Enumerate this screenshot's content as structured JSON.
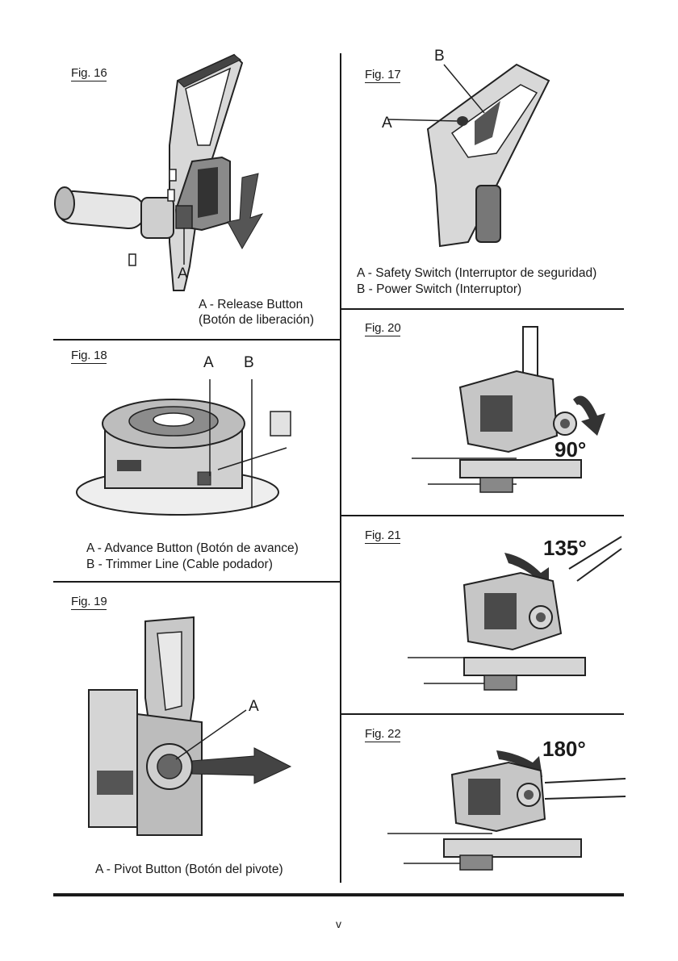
{
  "figures": {
    "fig16": {
      "label": "Fig. 16",
      "callouts": {
        "a": "A"
      },
      "caption_lines": [
        "A - Release Button",
        "(Botón de liberación)"
      ]
    },
    "fig17": {
      "label": "Fig. 17",
      "callouts": {
        "a": "A",
        "b": "B"
      },
      "caption_lines": [
        "A - Safety Switch (Interruptor de seguridad)",
        "B - Power Switch (Interruptor)"
      ]
    },
    "fig18": {
      "label": "Fig. 18",
      "callouts": {
        "a": "A",
        "b": "B"
      },
      "caption_lines": [
        "A - Advance Button (Botón de avance)",
        "B - Trimmer Line (Cable podador)"
      ]
    },
    "fig19": {
      "label": "Fig. 19",
      "callouts": {
        "a": "A"
      },
      "caption_lines": [
        "A - Pivot Button (Botón del pivote)"
      ]
    },
    "fig20": {
      "label": "Fig. 20",
      "angle": "90°"
    },
    "fig21": {
      "label": "Fig. 21",
      "angle": "135°"
    },
    "fig22": {
      "label": "Fig. 22",
      "angle": "180°"
    }
  },
  "footer": {
    "page_number": "v"
  }
}
